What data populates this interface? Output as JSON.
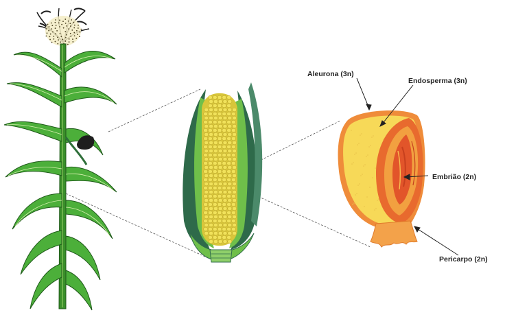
{
  "labels": {
    "aleurona": "Aleurona (3n)",
    "endosperma": "Endosperma (3n)",
    "embriao": "Embrião (2n)",
    "pericarpo": "Pericarpo (2n)"
  },
  "colors": {
    "stalk": "#3a8f2a",
    "leaf": "#4caf3a",
    "leaf_dark": "#2f6f3a",
    "husk": "#2e6a4a",
    "husk_light": "#6fbf4a",
    "kernel": "#f1e25a",
    "endosperm": "#f7d958",
    "aleurone": "#ef8c3a",
    "embryo": "#e86a2e",
    "pericarp": "#f3a24a"
  }
}
